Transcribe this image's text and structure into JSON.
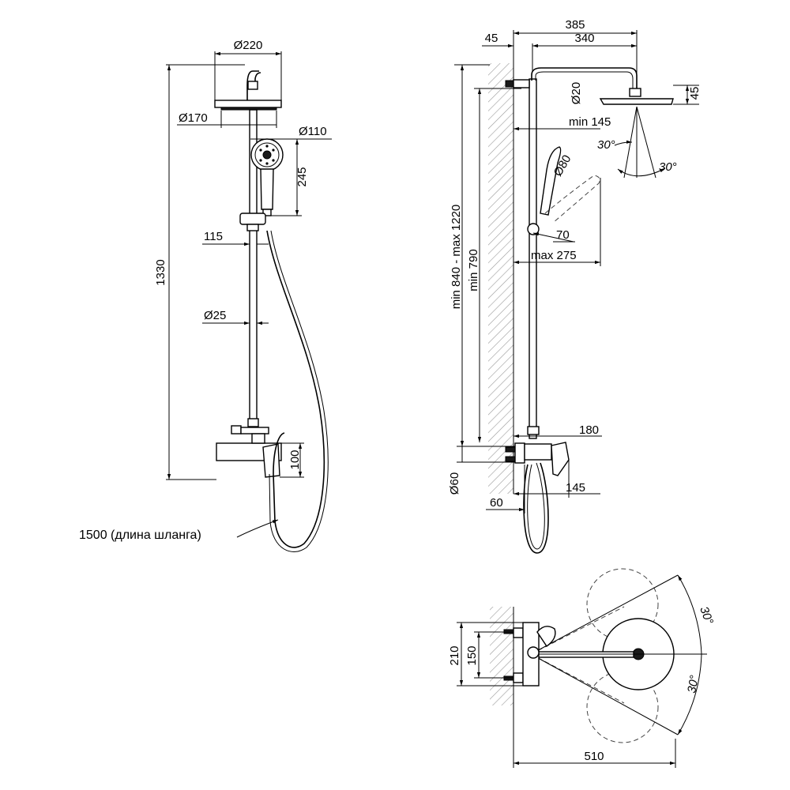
{
  "front_view": {
    "d_head": "Ø220",
    "d_head_inner": "Ø170",
    "d_hand": "Ø110",
    "h_hand": "245",
    "slider_offset": "115",
    "d_pipe": "Ø25",
    "total_height": "1330",
    "mixer_height": "100",
    "hose_label": "1500 (длина шланга)"
  },
  "side_view": {
    "depth_total": "385",
    "arm": "340",
    "wall_gap": "45",
    "d_arm": "Ø20",
    "head_thick": "45",
    "angle_head_a": "30°",
    "angle_head_b": "30°",
    "min_reach": "min 145",
    "d_hand_side": "Ø80",
    "holder_angle": "70",
    "max_reach": "max 275",
    "height_range": "min 840 - max 1220",
    "min_height": "min 790",
    "mixer_depth": "180",
    "d_flange": "Ø60",
    "flange_depth": "60",
    "outlet_depth": "145"
  },
  "top_view": {
    "angle_a": "30°",
    "angle_b": "30°",
    "spacing_outer": "210",
    "spacing_inner": "150",
    "reach": "510"
  }
}
